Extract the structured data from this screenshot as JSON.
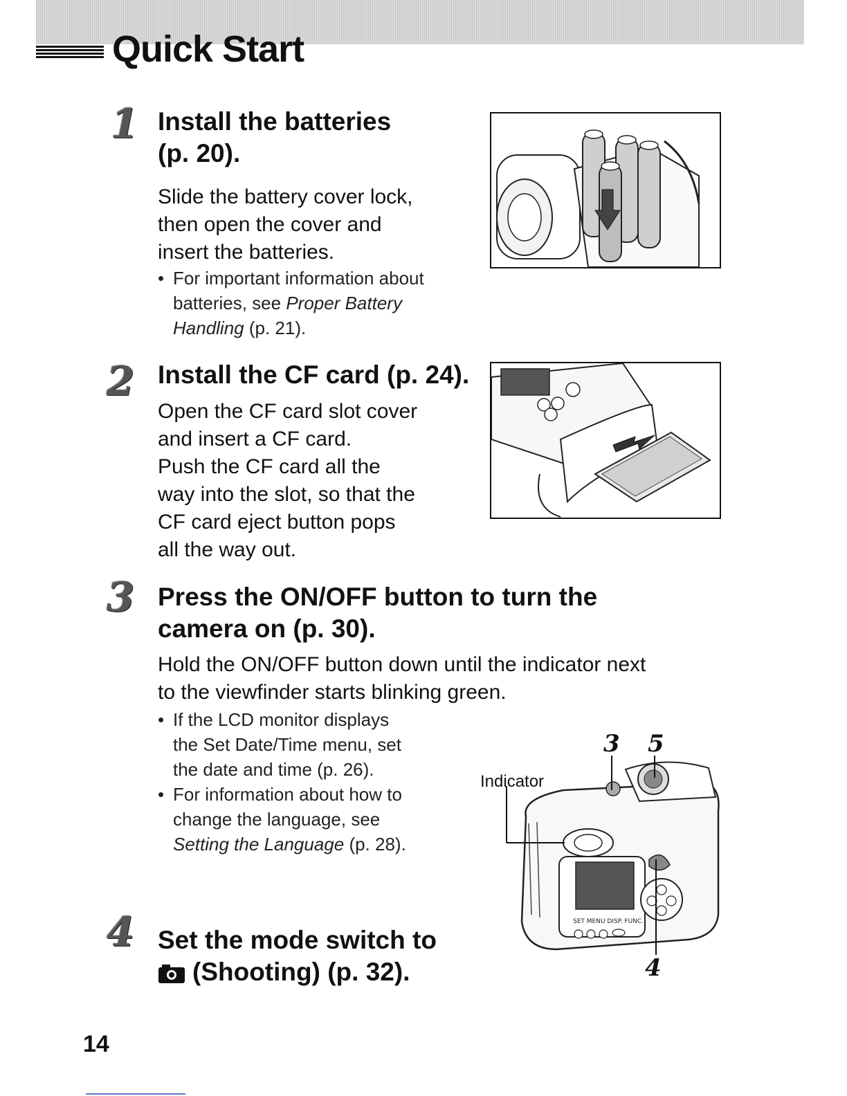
{
  "header": {
    "title": "Quick Start"
  },
  "steps": [
    {
      "number": "1",
      "heading_line1": "Install the batteries",
      "heading_line2": "(p. 20).",
      "body": [
        "Slide the battery cover lock,",
        "then open the cover and",
        "insert the batteries."
      ],
      "bullet": {
        "prefix": "For important information about batteries, see ",
        "link": "Proper Battery Handling",
        "suffix": " (p. 21)."
      }
    },
    {
      "number": "2",
      "heading": "Install the CF card (p. 24).",
      "body": [
        "Open the CF card slot cover",
        "and insert a CF card.",
        "Push the CF card all the",
        "way into the slot, so that the",
        "CF card eject button pops",
        "all the way out."
      ]
    },
    {
      "number": "3",
      "heading_line1": "Press the ON/OFF button to turn the",
      "heading_line2": "camera on (p. 30).",
      "body": [
        "Hold the ON/OFF button down until the indicator next",
        "to the viewfinder starts blinking green."
      ],
      "bullets": [
        {
          "line1": "If the LCD monitor displays",
          "line2": "the Set Date/Time menu, set",
          "line3": "the date and time (p. 26)."
        },
        {
          "line1": "For information about how to",
          "line2": "change the language, see",
          "link": "Setting the Language",
          "suffix": " (p. 28)."
        }
      ]
    },
    {
      "number": "4",
      "heading_line1": "Set the mode switch to",
      "heading_line2": "(Shooting) (p. 32)."
    }
  ],
  "figure3": {
    "indicator_label": "Indicator",
    "callouts": [
      "3",
      "5",
      "4"
    ],
    "button_labels": "SET MENU DISP. FUNC."
  },
  "footer": {
    "page_number": "14"
  },
  "colors": {
    "footer_rule": "#5c78c8",
    "header_band": "#d9d9d9"
  }
}
